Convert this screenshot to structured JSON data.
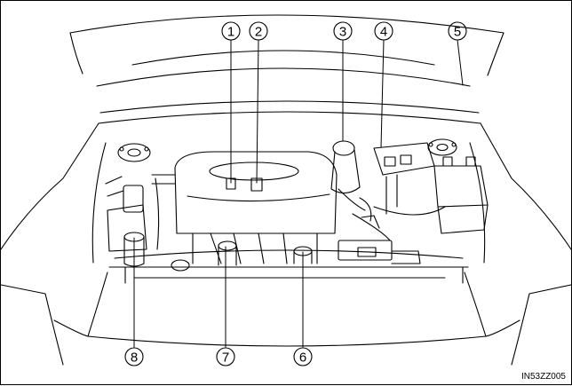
{
  "figure_code": "IN53ZZ005",
  "callouts": [
    {
      "id": "1",
      "label": "1"
    },
    {
      "id": "2",
      "label": "2"
    },
    {
      "id": "3",
      "label": "3"
    },
    {
      "id": "4",
      "label": "4"
    },
    {
      "id": "5",
      "label": "5"
    },
    {
      "id": "6",
      "label": "6"
    },
    {
      "id": "7",
      "label": "7"
    },
    {
      "id": "8",
      "label": "8"
    }
  ]
}
